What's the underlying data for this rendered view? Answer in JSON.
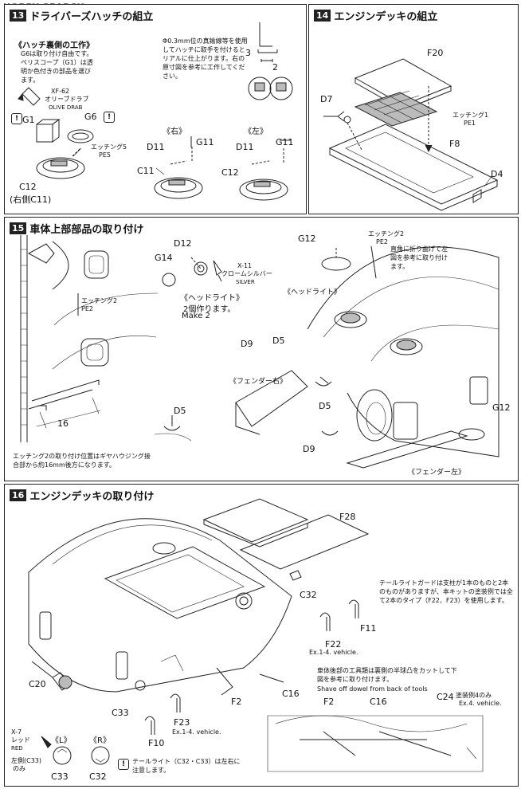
{
  "watermark": "HOBBY SEARCH",
  "steps": {
    "s13": {
      "number": "13",
      "title": "ドライバーズハッチの組立",
      "subtitle": "《ハッチ裏側の工作》",
      "note": "G6は取り付け自由です。ペリスコープ（G1）は透明か色付きの部品を選びます。",
      "note2": "Φ0.3mm位の真鍮線等を使用してハッチに取手を付けるとリアルに仕上がります。右の原寸図を参考に工作してください。",
      "paint": {
        "code": "XF-62",
        "ja": "オリーブドラブ",
        "en": "OLIVE DRAB"
      },
      "etch": {
        "ja": "エッチング5",
        "code": "PE5"
      },
      "dims": {
        "a": "3",
        "b": "2"
      },
      "right_label": "《右》",
      "left_label": "《左》",
      "parts": {
        "g1": "G1",
        "g6": "G6",
        "c12": "C12",
        "c12_right": "(右側C11)",
        "d11a": "D11",
        "g11a": "G11",
        "c11": "C11",
        "d11b": "D11",
        "g11b": "G11",
        "c12b": "C12"
      },
      "caution_mark": "!"
    },
    "s14": {
      "number": "14",
      "title": "エンジンデッキの組立",
      "etch": {
        "ja": "エッチング1",
        "code": "PE1"
      },
      "parts": {
        "f20": "F20",
        "d7": "D7",
        "f8": "F8",
        "d4": "D4"
      }
    },
    "s15": {
      "number": "15",
      "title": "車体上部部品の取り付け",
      "etch_a": {
        "ja": "エッチング2",
        "code": "PE2"
      },
      "etch_b": {
        "ja": "エッチング2",
        "code": "PE2"
      },
      "dim": "16",
      "note_pos": "エッチング2の取り付け位置はギヤハウジング接合部から約16mm後方になります。",
      "note_bend": "直角に折り曲げて左図を参考に取り付けます。",
      "paint": {
        "code": "X-11",
        "ja": "クロームシルバー",
        "en": "SILVER"
      },
      "headlight": "《ヘッドライト》",
      "headlight2": "《ヘッドライト》",
      "make_ja": "2個作ります。",
      "make_en": "Make 2",
      "fender_r": "《フェンダー右》",
      "fender_l": "《フェンダー左》",
      "parts": {
        "d12": "D12",
        "g14": "G14",
        "g12a": "G12",
        "d9a": "D9",
        "d5a": "D5",
        "d5b": "D5",
        "d5c": "D5",
        "d9b": "D9",
        "g12b": "G12"
      }
    },
    "s16": {
      "number": "16",
      "title": "エンジンデッキの取り付け",
      "note_guard": "テールライトガードは支柱が1本のものと2本のものがありますが、本キットの塗装例では全て2本のタイプ（F22、F23）を使用します。",
      "note_tools_ja": "車体後部の工具類は裏側の半球凸をカットして下図を参考に取り付けます。",
      "note_tools_en": "Shave off dowel from back of tools",
      "c24_note_ja": "塗装例4のみ",
      "c24_note_en": "Ex.4. vehicle.",
      "ex14_a": "Ex.1-4. vehicle.",
      "ex14_b": "Ex.1-4. vehicle.",
      "paint": {
        "code": "X-7",
        "ja": "レッド",
        "en": "RED"
      },
      "left_side": "左側(C33)",
      "left_side2": "のみ",
      "l_label": "《L》",
      "r_label": "《R》",
      "tail_note": "テールライト（C32・C33）は左右に注意します。",
      "caution_mark": "!",
      "parts": {
        "f28": "F28",
        "c32": "C32",
        "f11": "F11",
        "f22": "F22",
        "c20": "C20",
        "c16": "C16",
        "c33": "C33",
        "f2": "F2",
        "f23": "F23",
        "f10": "F10",
        "c24": "C24",
        "f2b": "F2",
        "c16b": "C16",
        "c33b": "C33",
        "c32b": "C32"
      }
    }
  }
}
